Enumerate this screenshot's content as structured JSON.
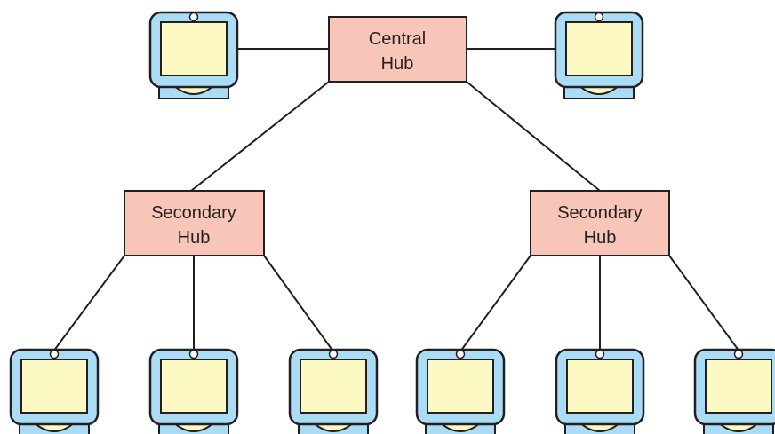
{
  "colors": {
    "hub_fill": "#f7c6b9",
    "monitor_frame": "#aadcf5",
    "monitor_screen": "#fbf8c2",
    "outline": "#231f20",
    "background": "#ffffff"
  },
  "hubs": {
    "central": {
      "line1": "Central",
      "line2": "Hub"
    },
    "secondary_left": {
      "line1": "Secondary",
      "line2": "Hub"
    },
    "secondary_right": {
      "line1": "Secondary",
      "line2": "Hub"
    }
  },
  "nodes": {
    "computer_icon": "monitor-icon",
    "computer_count": 8
  }
}
